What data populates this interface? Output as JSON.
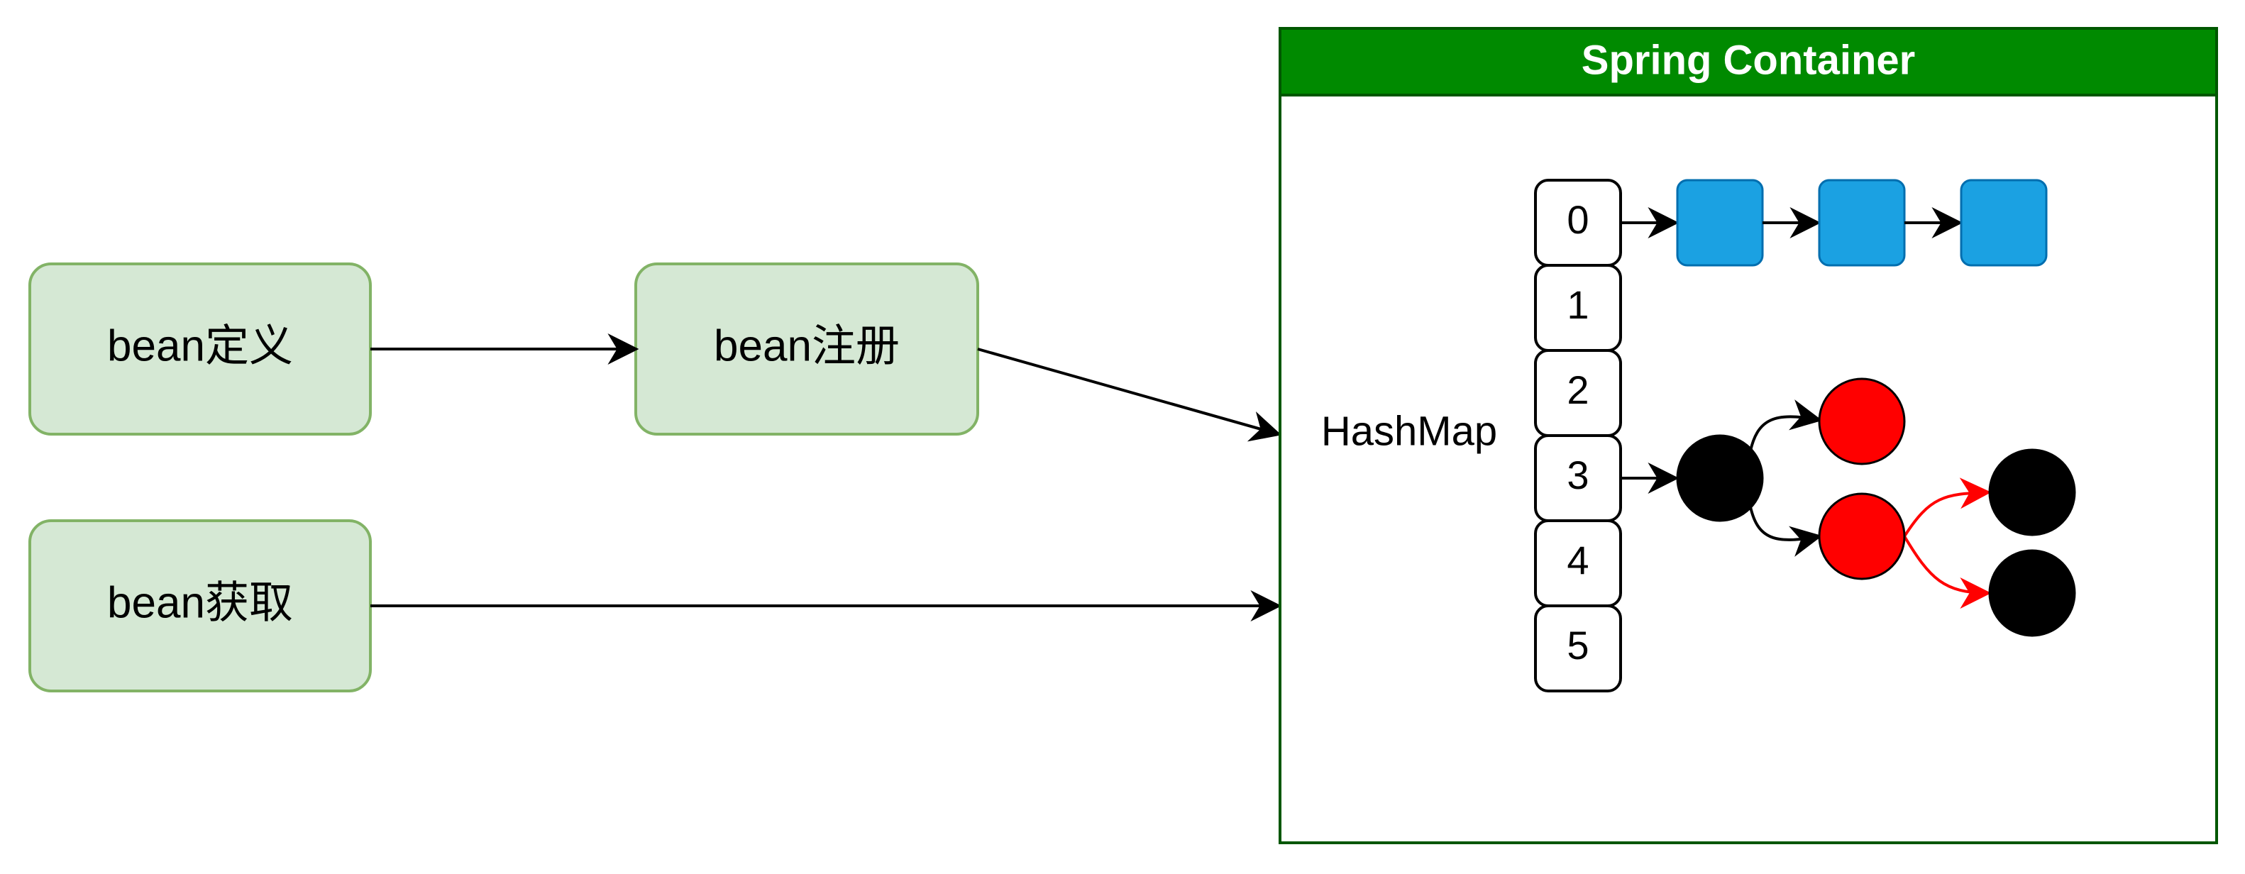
{
  "flow": {
    "define_label": "bean定义",
    "register_label": "bean注册",
    "get_label": "bean获取"
  },
  "container": {
    "title": "Spring Container",
    "hashmap_label": "HashMap",
    "buckets": [
      "0",
      "1",
      "2",
      "3",
      "4",
      "5"
    ]
  },
  "colors": {
    "flow_fill": "#d5e8d4",
    "flow_stroke": "#82b366",
    "container_header": "#008a00",
    "container_border": "#005700",
    "list_node": "#1ba1e2",
    "list_node_stroke": "#006eaf",
    "tree_red": "#ff0000",
    "tree_black": "#000000"
  }
}
